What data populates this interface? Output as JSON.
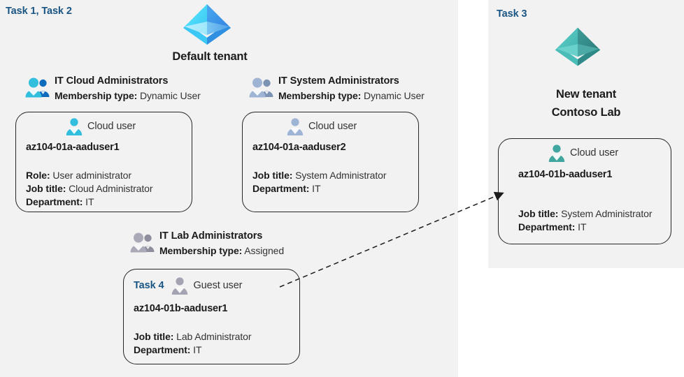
{
  "colors": {
    "panel_bg": "#f2f2f2",
    "task_label": "#195584",
    "card_border": "#262626",
    "text_bold": "#1b1b1b",
    "text_regular": "#333333",
    "tenant_blue_light": "#50e6ff",
    "tenant_blue_dark": "#3b8ced",
    "tenant_teal_light": "#4fc6c0",
    "tenant_teal_dark": "#2d8a86",
    "group_icon_blue": "#32bedd",
    "group_icon_blue_dark": "#0078d4",
    "group_icon_steel": "#9db4d4",
    "group_icon_gray": "#9e9eae",
    "user_icon_cyan": "#32bedd",
    "user_icon_steel": "#9db4d4",
    "user_icon_teal": "#41a5a0",
    "user_icon_gray": "#a3a3b3"
  },
  "panels": {
    "left": {
      "task_label": "Task 1, Task 2"
    },
    "right": {
      "task_label": "Task 3"
    }
  },
  "default_tenant": {
    "icon": "azure-ad-tenant-icon",
    "caption": "Default tenant"
  },
  "new_tenant": {
    "icon": "azure-ad-tenant-icon",
    "caption_line1": "New  tenant",
    "caption_line2": "Contoso Lab"
  },
  "groups": [
    {
      "id": "it-cloud-administrators",
      "icon": "user-group-icon",
      "name": "IT Cloud Administrators",
      "membership_label": "Membership type:",
      "membership_value": "Dynamic User"
    },
    {
      "id": "it-system-administrators",
      "icon": "user-group-icon",
      "name": "IT System Administrators",
      "membership_label": "Membership type:",
      "membership_value": "Dynamic User"
    },
    {
      "id": "it-lab-administrators",
      "icon": "user-group-icon",
      "name": "IT Lab Administrators",
      "membership_label": "Membership type:",
      "membership_value": "Assigned"
    }
  ],
  "cards": [
    {
      "id": "card-aaduser1-cloud",
      "task": "",
      "icon": "cloud-user-icon",
      "user_type": "Cloud user",
      "upn": "az104-01a-aaduser1",
      "props": [
        {
          "label": "Role:",
          "value": "User administrator"
        },
        {
          "label": "Job title:",
          "value": "Cloud Administrator"
        },
        {
          "label": "Department:",
          "value": "IT"
        }
      ]
    },
    {
      "id": "card-aaduser2-cloud",
      "task": "",
      "icon": "cloud-user-icon",
      "user_type": "Cloud user",
      "upn": "az104-01a-aaduser2",
      "props": [
        {
          "label": "Job title:",
          "value": "System Administrator"
        },
        {
          "label": "Department:",
          "value": "IT"
        }
      ]
    },
    {
      "id": "card-aaduser1b-guest",
      "task": "Task 4",
      "icon": "guest-user-icon",
      "user_type": "Guest user",
      "upn": "az104-01b-aaduser1",
      "props": [
        {
          "label": "Job title:",
          "value": "Lab Administrator"
        },
        {
          "label": "Department:",
          "value": "IT"
        }
      ]
    },
    {
      "id": "card-aaduser1b-cloud",
      "task": "",
      "icon": "cloud-user-icon",
      "user_type": "Cloud user",
      "upn": "az104-01b-aaduser1",
      "props": [
        {
          "label": "Job title:",
          "value": "System Administrator"
        },
        {
          "label": "Department:",
          "value": "IT"
        }
      ]
    }
  ],
  "connector": {
    "name": "guest-invitation-arrow",
    "style": "dashed",
    "from": "card-aaduser1b-guest",
    "to": "card-aaduser1b-cloud"
  }
}
